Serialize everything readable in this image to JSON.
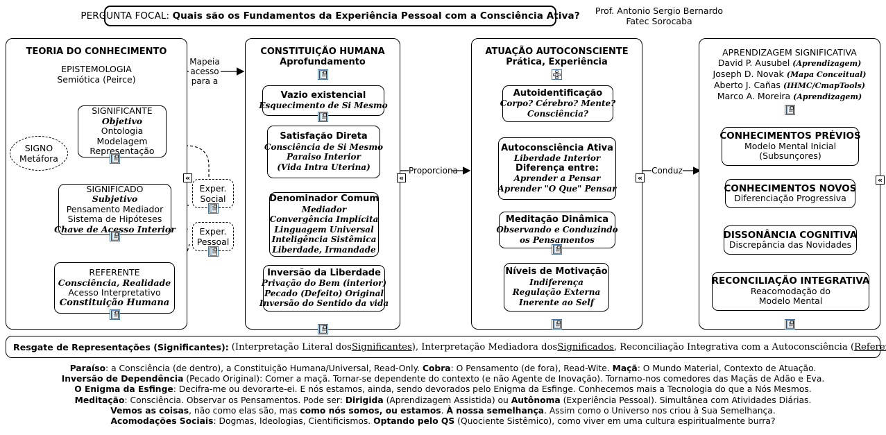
{
  "header": {
    "focus_label": "PERGUNTA FOCAL:",
    "focus_question": "Quais são os Fundamentos da Experiência Pessoal com a Consciência Ativa?",
    "author_name": "Prof. Antonio Sergio Bernardo",
    "author_affiliation": "Fatec Sorocaba"
  },
  "columns": {
    "c1": {
      "title": "TEORIA DO CONHECIMENTO",
      "sub1": "EPISTEMOLOGIA",
      "sub2": "Semiótica (Peirce)",
      "signo": {
        "l1": "SIGNO",
        "l2": "Metáfora"
      },
      "significante": {
        "l1": "SIGNIFICANTE",
        "l2": "Objetivo",
        "l3": "Ontologia",
        "l4": "Modelagem",
        "l5": "Representação"
      },
      "significado": {
        "l1": "SIGNIFICADO",
        "l2": "Subjetivo",
        "l3": "Pensamento Mediador",
        "l4": "Sistema de Hipóteses",
        "l5": "Chave de Acesso Interior"
      },
      "referente": {
        "l1": "REFERENTE",
        "l2": "Consciência, Realidade",
        "l3": "Acesso Interpretativo",
        "l4": "Constituição Humana"
      }
    },
    "c2": {
      "title": "CONSTITUIÇÃO HUMANA",
      "sub1": "Aprofundamento",
      "vazio": {
        "l1": "Vazio existencial",
        "l2": "Esquecimento de Si Mesmo"
      },
      "satisfacao": {
        "l1": "Satisfação Direta",
        "l2": "Consciência de Si Mesmo",
        "l3": "Paraiso Interior",
        "l4": "(Vida Intra Uterina)"
      },
      "denominador": {
        "l1": "Denominador Comum",
        "l2": "Mediador",
        "l3": "Convergência Implícita",
        "l4": "Linguagem Universal",
        "l5": "Inteligência Sistêmica",
        "l6": "Liberdade, Irmandade"
      },
      "inversao": {
        "l1": "Inversão da Liberdade",
        "l2": "Privação do Bem (interior)",
        "l3": "Pecado (Defeito) Original",
        "l4": "Inversão do Sentido da vida"
      }
    },
    "c3": {
      "title": "ATUAÇÃO AUTOCONSCIENTE",
      "sub1": "Prática, Experiência",
      "autoident": {
        "l1": "Autoidentificação",
        "l2": "Corpo? Cérebro? Mente?",
        "l3": "Consciência?"
      },
      "autoconsc": {
        "l1": "Autoconsciência Ativa",
        "l2": "Liberdade Interior",
        "l3": "Diferença entre:",
        "l4": "Aprender a Pensar",
        "l5": "Aprender \"O Que\" Pensar"
      },
      "meditacao": {
        "l1": "Meditação Dinâmica",
        "l2": "Observando e Conduzindo",
        "l3": "os Pensamentos"
      },
      "motivacao": {
        "l1": "Níveis de Motivação",
        "l2": "Indiferença",
        "l3": "Regulação Externa",
        "l4": "Inerente ao Self"
      }
    },
    "c4": {
      "title": "APRENDIZAGEM SIGNIFICATIVA",
      "authors": [
        {
          "name": "David P. Ausubel",
          "tag": "(Aprendizagem)"
        },
        {
          "name": "Joseph D. Novak",
          "tag": "(Mapa Conceitual)"
        },
        {
          "name": "Aberto J. Cañas",
          "tag": "(IHMC/CmapTools)"
        },
        {
          "name": "Marco A. Moreira",
          "tag": "(Aprendizagem)"
        }
      ],
      "previos": {
        "l1": "CONHECIMENTOS PRÉVIOS",
        "l2": "Modelo Mental Inicial",
        "l3": "(Subsunçores)"
      },
      "novos": {
        "l1": "CONHECIMENTOS NOVOS",
        "l2": "Diferenciação Progressiva"
      },
      "dissonancia": {
        "l1": "DISSONÂNCIA COGNITIVA",
        "l2": "Discrepância das Novidades"
      },
      "reconciliacao": {
        "l1": "RECONCILIAÇÃO INTEGRATIVA",
        "l2": "Reacomodação do",
        "l3": "Modelo Mental"
      }
    }
  },
  "experience_nodes": {
    "social": {
      "l1": "Exper.",
      "l2": "Social"
    },
    "pessoal": {
      "l1": "Exper.",
      "l2": "Pessoal"
    }
  },
  "links": {
    "mapeia": {
      "l1": "Mapeia",
      "l2": "acesso",
      "l3": "para a"
    },
    "proporciona": "Proporciona",
    "conduz": "Conduz"
  },
  "banner": {
    "lead": "Resgate de Representações (Significantes):",
    "p1_open": "(Interpretação Literal dos ",
    "p1_u": "Significantes",
    "p1_close": "), Interpretação Mediadora dos ",
    "p2_u": "Significados",
    "p2_close": ", Reconciliação Integrativa com a Autoconsciência (",
    "p3_u": "Referente",
    "p3_close": ")"
  },
  "notes": [
    [
      {
        "t": "Paraíso",
        "b": true
      },
      {
        "t": ": a Consciência (de dentro), a Constituição Humana/Universal, Read-Only.   ",
        "b": false
      },
      {
        "t": "Cobra",
        "b": true
      },
      {
        "t": ": O Pensamento (de fora), Read-Wite.   ",
        "b": false
      },
      {
        "t": "Maçã",
        "b": true
      },
      {
        "t": ": O Mundo Material, Contexto de Atuação.",
        "b": false
      }
    ],
    [
      {
        "t": "Inversão de Dependência",
        "b": true
      },
      {
        "t": " (Pecado Original): Comer a maçã. Tornar-se dependente do contexto (e não Agente de Inovação). Tornamo-nos comedores das Maçãs de Adão e Eva.",
        "b": false
      }
    ],
    [
      {
        "t": "O Enigma da Esfinge",
        "b": true
      },
      {
        "t": ": Decifra-me ou devorarte-ei. E nós estamos, ainda, sendo devorados pelo Enigma da Esfinge. Conhecemos mais a Tecnologia do que a Nós Mesmos.",
        "b": false
      }
    ],
    [
      {
        "t": "Meditação",
        "b": true
      },
      {
        "t": ": Consciência. Observar os Pensamentos. Pode ser: ",
        "b": false
      },
      {
        "t": "Dirigida",
        "b": true
      },
      {
        "t": " (Aprendizagem Assistida) ou ",
        "b": false
      },
      {
        "t": "Autônoma",
        "b": true
      },
      {
        "t": " (Experiência Pessoal). Simultânea com Atividades Diárias.",
        "b": false
      }
    ],
    [
      {
        "t": "Vemos as coisas",
        "b": true
      },
      {
        "t": ", não como elas são, mas ",
        "b": false
      },
      {
        "t": "como nós somos, ou estamos",
        "b": true
      },
      {
        "t": ". ",
        "b": false
      },
      {
        "t": "À nossa semelhança",
        "b": true
      },
      {
        "t": ". Assim como o Universo nos criou à Sua Semelhança.",
        "b": false
      }
    ],
    [
      {
        "t": "Acomodações Sociais",
        "b": true
      },
      {
        "t": ": Dogmas, Ideologias, Cientificismos. ",
        "b": false
      },
      {
        "t": "Optando pelo QS",
        "b": true
      },
      {
        "t": " (Quociente Sistêmico), como viver em uma cultura espiritualmente burra?",
        "b": false
      }
    ]
  ],
  "icons": {
    "resource": "document-resource-icon",
    "map": "concept-map-resource-icon",
    "collapse": "collapse-chevron-icon"
  },
  "colors": {
    "stroke": "#000000",
    "background": "#ffffff",
    "icon_accent": "#3a6ea5"
  }
}
